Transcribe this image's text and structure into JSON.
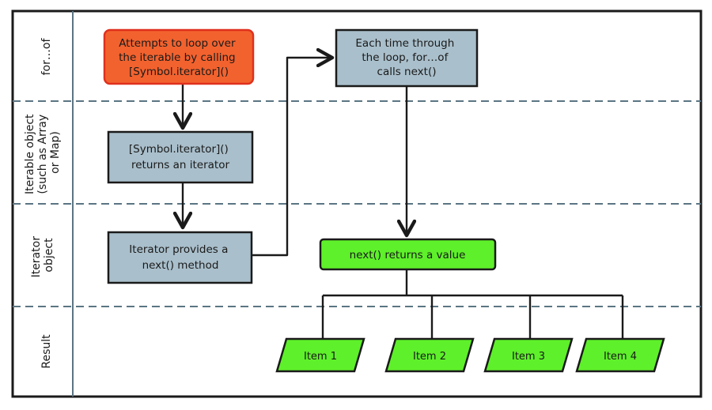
{
  "lanes": [
    {
      "label": [
        "for…of"
      ]
    },
    {
      "label": [
        "Iterable object",
        "(such as Array",
        "or Map)"
      ]
    },
    {
      "label": [
        "Iterator",
        "object"
      ]
    },
    {
      "label": [
        "Result"
      ]
    }
  ],
  "boxes": {
    "loop_start": {
      "lines": [
        "Attempts to loop over",
        "the iterable by calling",
        "[Symbol.iterator]()"
      ]
    },
    "each_time": {
      "lines": [
        "Each time through",
        "the loop, for…of",
        "calls next()"
      ]
    },
    "symbol_iterator": {
      "lines": [
        "[Symbol.iterator]()",
        "returns an iterator"
      ]
    },
    "iterator_provides": {
      "lines": [
        "Iterator provides a",
        "next() method"
      ]
    },
    "next_returns": {
      "lines": [
        "next() returns a value"
      ]
    }
  },
  "items": [
    "Item 1",
    "Item 2",
    "Item 3",
    "Item 4"
  ],
  "colors": {
    "orange_fill": "#f2622e",
    "orange_border": "#e0301e",
    "blue_fill": "#a9bfcb",
    "green_fill": "#5ef02a",
    "lane_line": "#5b7583",
    "ink": "#1a1a1a"
  }
}
